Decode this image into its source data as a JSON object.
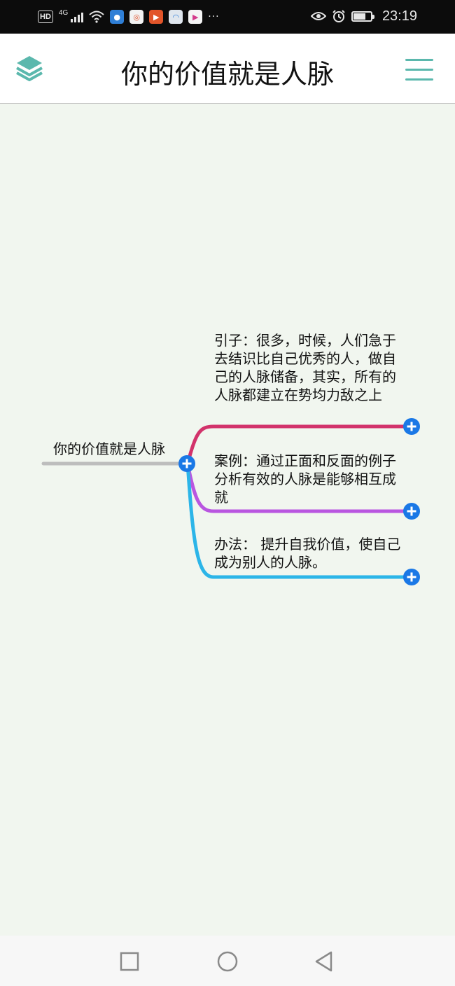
{
  "status_bar": {
    "network_badge": "HD",
    "signal_label": "4G",
    "more_indicator": "···",
    "time": "23:19",
    "battery_level_percent": 70,
    "icons": [
      "hd-icon",
      "signal-icon",
      "wifi-icon",
      "app-notification-icon",
      "eye-icon",
      "alarm-icon",
      "battery-icon"
    ]
  },
  "header": {
    "title": "你的价值就是人脉",
    "left_icon": "layers-icon",
    "right_icon": "hamburger-menu-icon",
    "accent_color": "#5bb8ad"
  },
  "mindmap": {
    "root": {
      "label": "你的价值就是人脉",
      "line_color": "#bdbdbd"
    },
    "children": [
      {
        "label": "引子：很多，时候，人们急于去结识比自己优秀的人，做自己的人脉储备，其实，所有的人脉都建立在势均力敌之上",
        "color": "#d2336b"
      },
      {
        "label": "案例：通过正面和反面的例子分析有效的人脉是能够相互成就",
        "color": "#b956e0"
      },
      {
        "label": "办法： 提升自我价值，使自己成为别人的人脉。",
        "color": "#2cb5e8"
      }
    ],
    "expand_button_color": "#1a78e6",
    "background_color": "#f1f6ef"
  },
  "nav_bar": {
    "buttons": [
      "recent-apps-square-icon",
      "home-circle-icon",
      "back-triangle-icon"
    ]
  }
}
